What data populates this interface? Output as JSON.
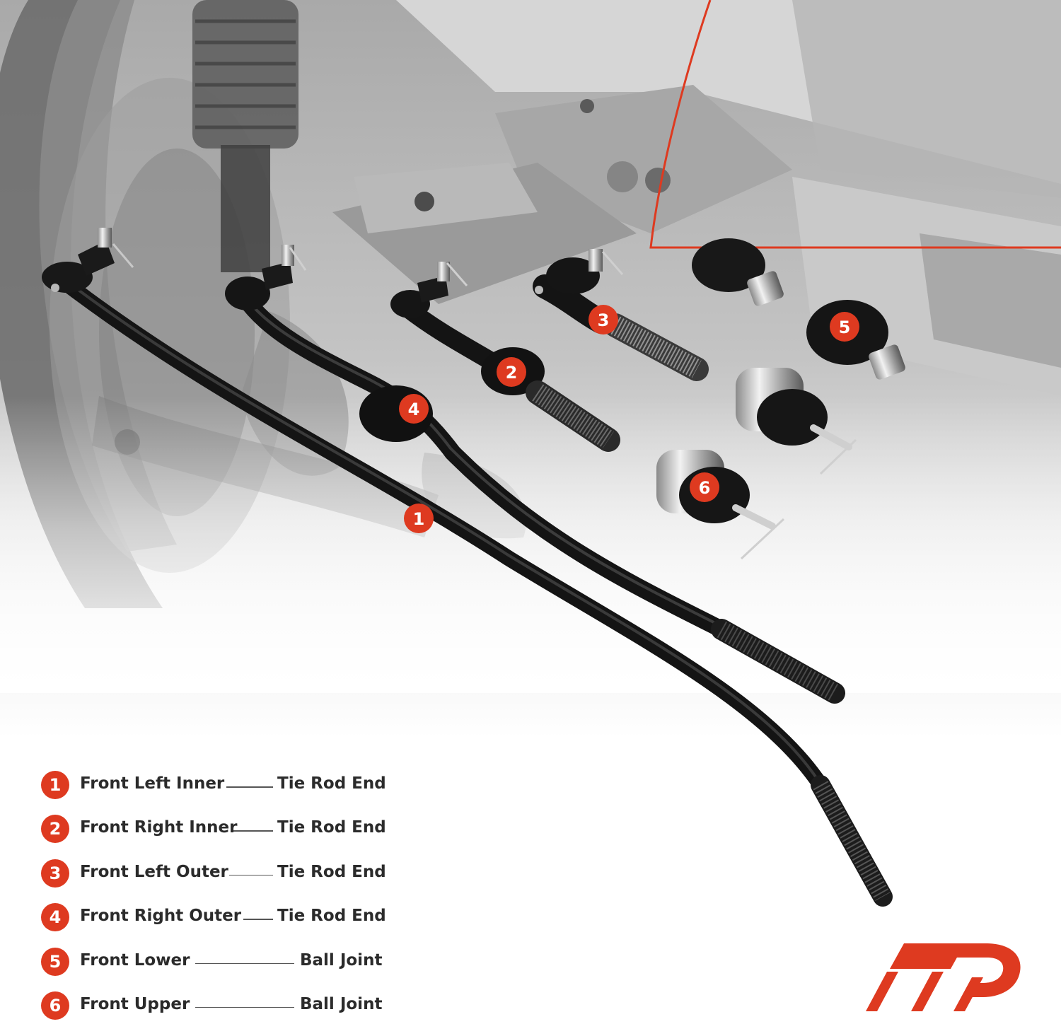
{
  "parts": [
    {
      "num": "1",
      "position": "Front Left Inner",
      "type": "Tie Rod End"
    },
    {
      "num": "2",
      "position": "Front Right Inner",
      "type": "Tie Rod End"
    },
    {
      "num": "3",
      "position": "Front Left Outer",
      "type": "Tie Rod End"
    },
    {
      "num": "4",
      "position": "Front Right Outer",
      "type": "Tie Rod End"
    },
    {
      "num": "5",
      "position": "Front Lower",
      "type": "Ball Joint"
    },
    {
      "num": "6",
      "position": "Front Upper",
      "type": "Ball Joint"
    }
  ],
  "colors": {
    "accent": "#de3a20",
    "part_black": "#161616",
    "background_gray": "#bdbdbd"
  },
  "icons": {
    "logo": "brand-logo"
  }
}
